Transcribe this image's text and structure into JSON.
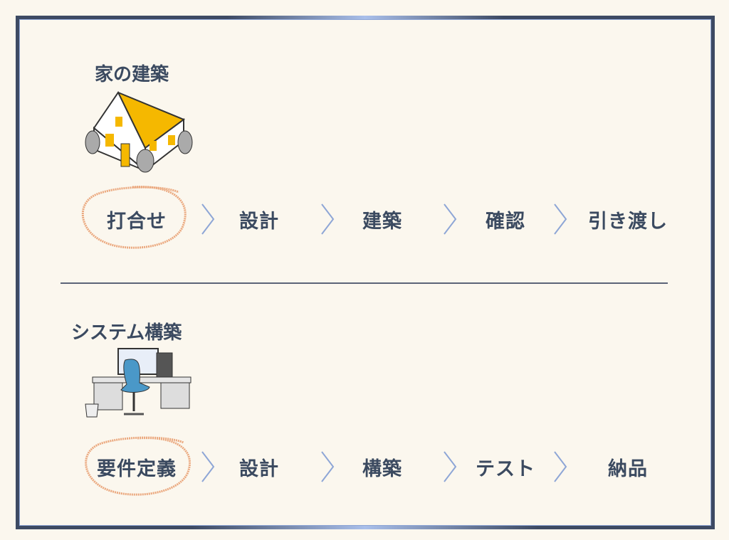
{
  "house_section": {
    "title": "家の建築",
    "steps": [
      "打合せ",
      "設計",
      "建築",
      "確認",
      "引き渡し"
    ],
    "highlighted_step": "打合せ"
  },
  "system_section": {
    "title": "システム構築",
    "steps": [
      "要件定義",
      "設計",
      "構築",
      "テスト",
      "納品"
    ],
    "highlighted_step": "要件定義"
  },
  "colors": {
    "text": "#3b4a60",
    "border": "#3d4a63",
    "roof": "#f5b800",
    "highlight": "#e89a6a",
    "chevron": "#8ea6d6"
  }
}
